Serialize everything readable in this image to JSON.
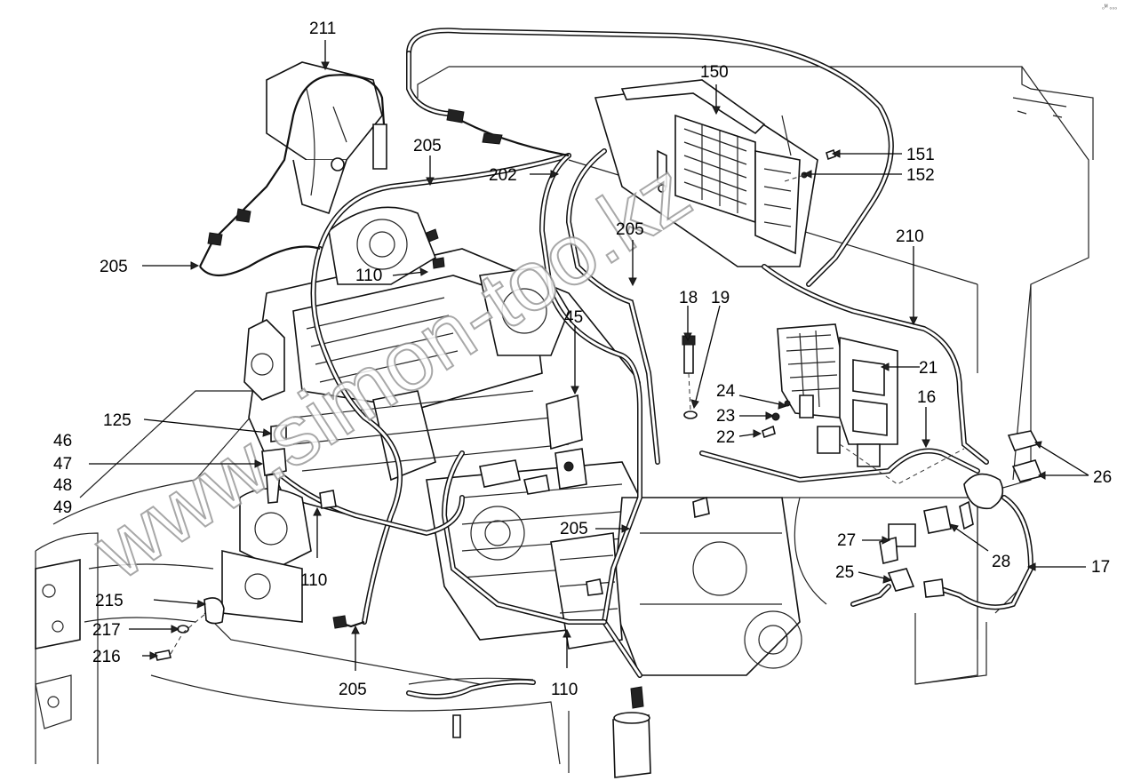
{
  "watermark": "www.simon-too.kz",
  "corner_mark": "₀ᴹ ₀₀₀",
  "callouts": [
    {
      "id": "c211",
      "text": "211"
    },
    {
      "id": "c150",
      "text": "150"
    },
    {
      "id": "c151",
      "text": "151"
    },
    {
      "id": "c152",
      "text": "152"
    },
    {
      "id": "c205a",
      "text": "205"
    },
    {
      "id": "c202",
      "text": "202"
    },
    {
      "id": "c205b",
      "text": "205"
    },
    {
      "id": "c210",
      "text": "210"
    },
    {
      "id": "c205c",
      "text": "205"
    },
    {
      "id": "c110a",
      "text": "110"
    },
    {
      "id": "c18",
      "text": "18"
    },
    {
      "id": "c19",
      "text": "19"
    },
    {
      "id": "c45",
      "text": "45"
    },
    {
      "id": "c21",
      "text": "21"
    },
    {
      "id": "c24",
      "text": "24"
    },
    {
      "id": "c23",
      "text": "23"
    },
    {
      "id": "c22",
      "text": "22"
    },
    {
      "id": "c16",
      "text": "16"
    },
    {
      "id": "c125",
      "text": "125"
    },
    {
      "id": "c46",
      "text": "46"
    },
    {
      "id": "c47",
      "text": "47"
    },
    {
      "id": "c48",
      "text": "48"
    },
    {
      "id": "c49",
      "text": "49"
    },
    {
      "id": "c26",
      "text": "26"
    },
    {
      "id": "c205d",
      "text": "205"
    },
    {
      "id": "c27",
      "text": "27"
    },
    {
      "id": "c28",
      "text": "28"
    },
    {
      "id": "c17",
      "text": "17"
    },
    {
      "id": "c110b",
      "text": "110"
    },
    {
      "id": "c25",
      "text": "25"
    },
    {
      "id": "c215",
      "text": "215"
    },
    {
      "id": "c217",
      "text": "217"
    },
    {
      "id": "c216",
      "text": "216"
    },
    {
      "id": "c205e",
      "text": "205"
    },
    {
      "id": "c110c",
      "text": "110"
    }
  ]
}
